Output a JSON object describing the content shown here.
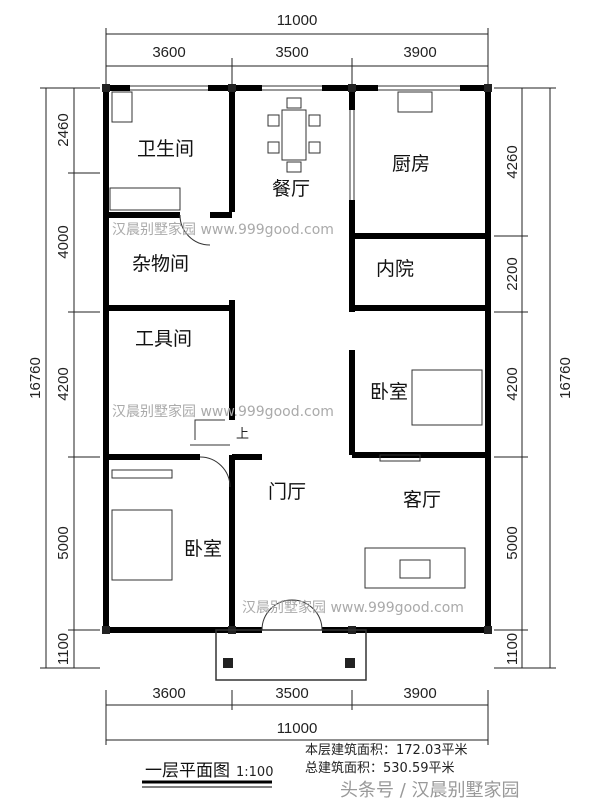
{
  "plan": {
    "title": "一层平面图",
    "scale": "1:100",
    "floor_area": "本层建筑面积：172.03平米",
    "total_area": "总建筑面积：530.59平米",
    "source_watermark": "头条号 / 汉晨别墅家园",
    "watermark": "汉晨别墅家园 www.999good.com"
  },
  "dimensions": {
    "top_total": "11000",
    "top_segments": [
      "3600",
      "3500",
      "3900"
    ],
    "bottom_total": "11000",
    "bottom_segments": [
      "3600",
      "3500",
      "3900"
    ],
    "left_total": "16760",
    "left_segments": [
      "2460",
      "4000",
      "4200",
      "5000",
      "1100"
    ],
    "right_total": "16760",
    "right_segments": [
      "4260",
      "2200",
      "4200",
      "5000",
      "1100"
    ]
  },
  "rooms": {
    "bathroom": "卫生间",
    "dining": "餐厅",
    "kitchen": "厨房",
    "storage": "杂物间",
    "courtyard": "内院",
    "tool_room": "工具间",
    "bedroom_right": "卧室",
    "foyer": "门厅",
    "living": "客厅",
    "bedroom_left": "卧室",
    "stair_up": "上"
  }
}
